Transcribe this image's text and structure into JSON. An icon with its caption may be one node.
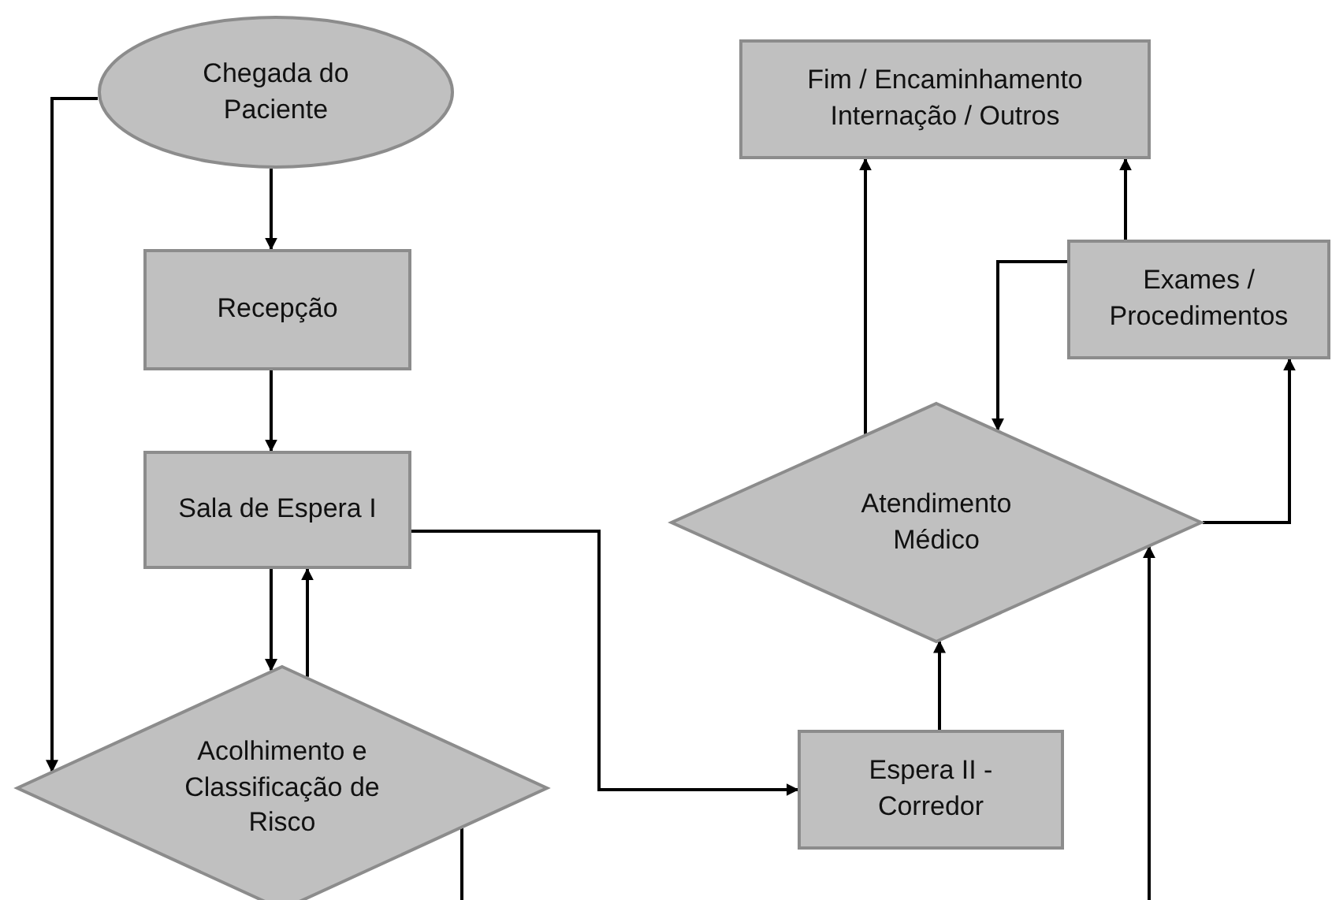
{
  "diagram": {
    "nodes": [
      {
        "text": [
          "Chegada do Paciente"
        ]
      },
      {
        "text": [
          "Recepção"
        ]
      },
      {
        "text": [
          "Sala de Espera I"
        ]
      },
      {
        "text": [
          "Acolhimento e Classificação de Risco"
        ]
      },
      {
        "text": [
          "Fim / Encaminhamento Internação / Outros"
        ]
      },
      {
        "text": [
          "Exames / Procedimentos"
        ]
      },
      {
        "text": [
          "Atendimento Médico"
        ]
      },
      {
        "text": [
          "Espera II - Corredor"
        ]
      }
    ],
    "edges": [
      {
        "from": 0,
        "to": 1,
        "arrow": "to"
      },
      {
        "from": 1,
        "to": 2,
        "arrow": "to"
      },
      {
        "from": 2,
        "to": 3,
        "arrow": "to"
      },
      {
        "from": 3,
        "to": 2,
        "arrow": "to"
      },
      {
        "from": 0,
        "to": 3,
        "arrow": "to"
      },
      {
        "from": 2,
        "to": 7,
        "arrow": "to"
      },
      {
        "from": 7,
        "to": 6,
        "arrow": "to"
      },
      {
        "from": 6,
        "to": 4,
        "arrow": "to"
      },
      {
        "from": 5,
        "to": 4,
        "arrow": "to"
      },
      {
        "from": 5,
        "to": 6,
        "arrow": "to"
      },
      {
        "from": 6,
        "to": 5,
        "arrow": "to"
      },
      {
        "from": 3,
        "to": null,
        "arrow": "none"
      },
      {
        "from": null,
        "to": 6,
        "arrow": "to"
      }
    ]
  }
}
